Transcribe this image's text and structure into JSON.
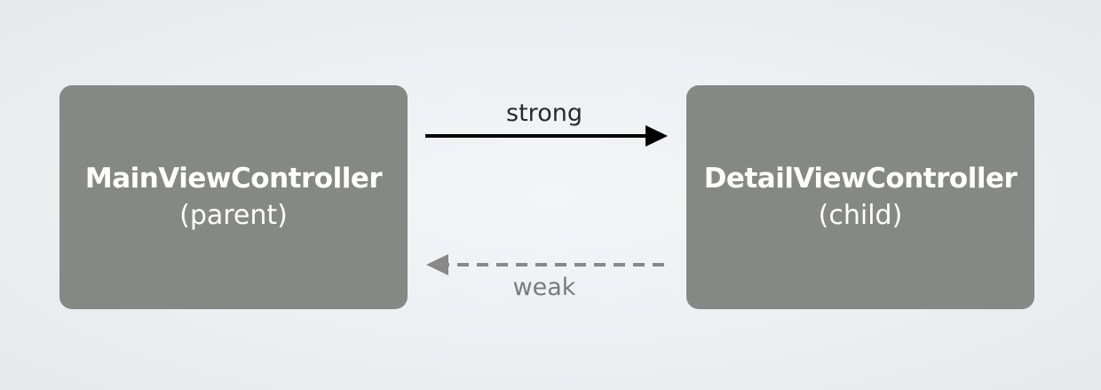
{
  "parent": {
    "name": "MainViewController",
    "role": "(parent)"
  },
  "child": {
    "name": "DetailViewController",
    "role": "(child)"
  },
  "links": {
    "strong_label": "strong",
    "weak_label": "weak"
  },
  "colors": {
    "box_fill": "#868886",
    "box_text": "#ffffff",
    "strong_arrow": "#000000",
    "weak_arrow": "#888888",
    "background": "#eceef1"
  }
}
